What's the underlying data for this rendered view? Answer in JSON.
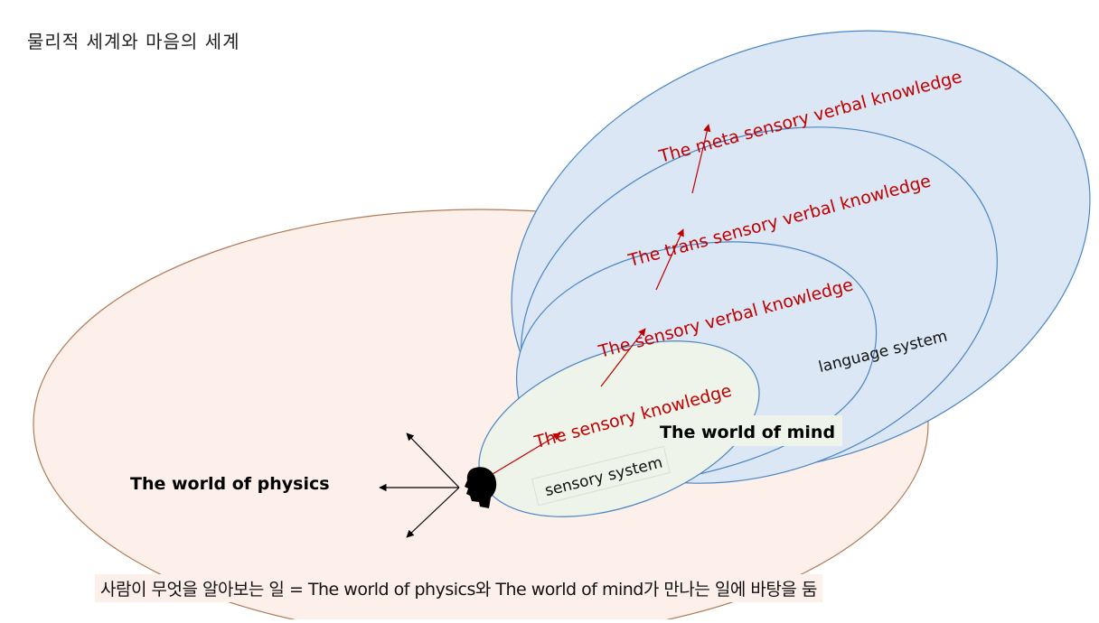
{
  "title": "물리적 세계와 마음의 세계",
  "diagram": {
    "world_physics_label": "The world of physics",
    "world_mind_label": "The world of mind",
    "sensory_system_label": "sensory system",
    "language_system_label": "language system",
    "knowledge_levels": [
      "The sensory knowledge",
      "The sensory verbal knowledge",
      "The trans sensory verbal knowledge",
      "The meta sensory verbal knowledge"
    ],
    "icons": {
      "observer": "person-head-silhouette-icon"
    },
    "colors": {
      "physics_fill": "#fdf0ea",
      "physics_stroke": "#b07a55",
      "mind_fill": "#dce7f5",
      "mind_stroke": "#4a86c5",
      "sensory_fill": "#eef4ea",
      "knowledge_text": "#c00000"
    }
  },
  "caption": "사람이 무엇을 알아보는 일 = The world of physics와 The world of mind가 만나는 일에 바탕을 둠"
}
